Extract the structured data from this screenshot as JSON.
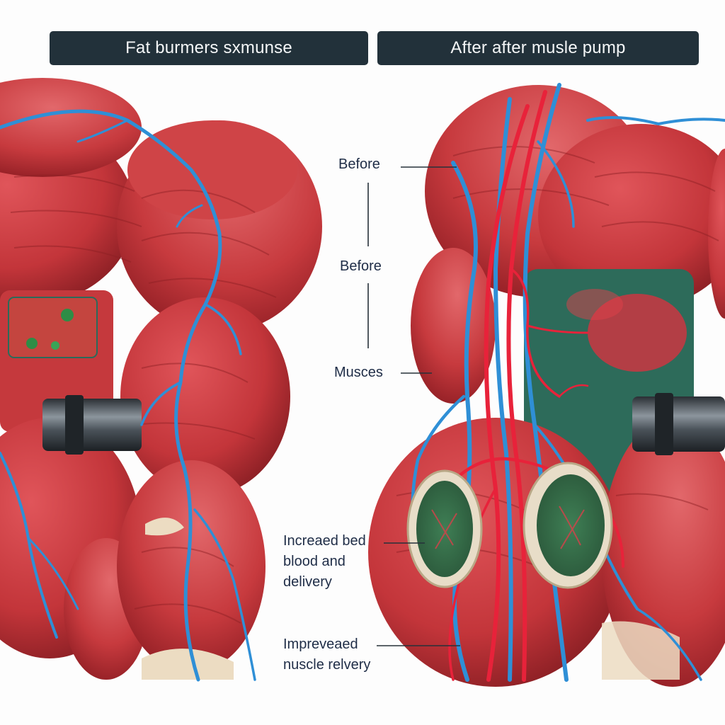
{
  "header": {
    "left_title": "Fat burmers sxmunse",
    "right_title": "After after musle pump"
  },
  "labels": {
    "before_1": "Before",
    "before_2": "Before",
    "muscles": "Musces",
    "increased_line1": "Increaed bed",
    "increased_line2": "blood and",
    "increased_line3": "delivery",
    "improved_line1": "Impreveaed",
    "improved_line2": "nuscle relvery"
  },
  "colors": {
    "muscle": "#c9383a",
    "muscle_dark": "#8e1e22",
    "vein": "#2f8fd6",
    "artery": "#e8223a",
    "tendon": "#ecdcc2",
    "fat_patch": "#2d6b5a",
    "header_bg": "#22313a"
  }
}
